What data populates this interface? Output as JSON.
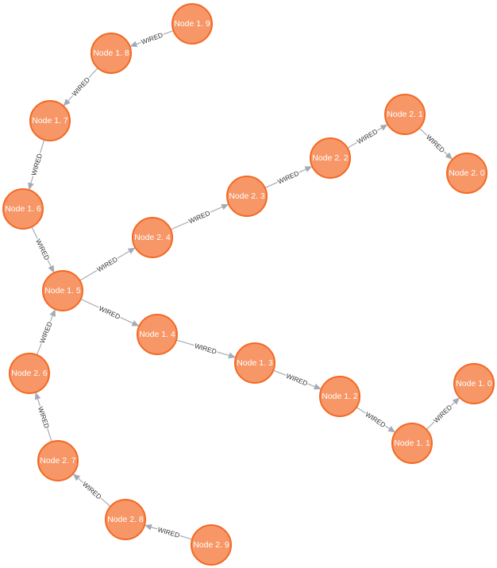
{
  "graph": {
    "colors": {
      "node_fill": "#f79767",
      "node_stroke": "#f36924",
      "node_text": "#ffffff",
      "edge": "#a5abb6",
      "edge_text": "#333333"
    },
    "nodes": [
      {
        "id": "n19",
        "label": "Node 1. 9"
      },
      {
        "id": "n18",
        "label": "Node 1. 8"
      },
      {
        "id": "n17",
        "label": "Node 1. 7"
      },
      {
        "id": "n16",
        "label": "Node 1. 6"
      },
      {
        "id": "n15",
        "label": "Node 1. 5"
      },
      {
        "id": "n14",
        "label": "Node 1. 4"
      },
      {
        "id": "n13",
        "label": "Node 1. 3"
      },
      {
        "id": "n12",
        "label": "Node 1. 2"
      },
      {
        "id": "n11",
        "label": "Node 1. 1"
      },
      {
        "id": "n10",
        "label": "Node 1. 0"
      },
      {
        "id": "n21",
        "label": "Node 2. 1"
      },
      {
        "id": "n20",
        "label": "Node 2. 0"
      },
      {
        "id": "n22",
        "label": "Node 2. 2"
      },
      {
        "id": "n23",
        "label": "Node 2. 3"
      },
      {
        "id": "n24",
        "label": "Node 2. 4"
      },
      {
        "id": "n26",
        "label": "Node 2. 6"
      },
      {
        "id": "n27",
        "label": "Node 2. 7"
      },
      {
        "id": "n28",
        "label": "Node 2. 8"
      },
      {
        "id": "n29",
        "label": "Node 2. 9"
      }
    ],
    "edges": [
      {
        "from": "n19",
        "to": "n18",
        "label": "WIRED"
      },
      {
        "from": "n18",
        "to": "n17",
        "label": "WIRED"
      },
      {
        "from": "n17",
        "to": "n16",
        "label": "WIRED"
      },
      {
        "from": "n16",
        "to": "n15",
        "label": "WIRED"
      },
      {
        "from": "n15",
        "to": "n24",
        "label": "WIRED"
      },
      {
        "from": "n24",
        "to": "n23",
        "label": "WIRED"
      },
      {
        "from": "n23",
        "to": "n22",
        "label": "WIRED"
      },
      {
        "from": "n22",
        "to": "n21",
        "label": "WIRED"
      },
      {
        "from": "n21",
        "to": "n20",
        "label": "WIRED"
      },
      {
        "from": "n15",
        "to": "n14",
        "label": "WIRED"
      },
      {
        "from": "n14",
        "to": "n13",
        "label": "WIRED"
      },
      {
        "from": "n13",
        "to": "n12",
        "label": "WIRED"
      },
      {
        "from": "n12",
        "to": "n11",
        "label": "WIRED"
      },
      {
        "from": "n11",
        "to": "n10",
        "label": "WIRED"
      },
      {
        "from": "n26",
        "to": "n15",
        "label": "WIRED"
      },
      {
        "from": "n27",
        "to": "n26",
        "label": "WIRED"
      },
      {
        "from": "n28",
        "to": "n27",
        "label": "WIRED"
      },
      {
        "from": "n29",
        "to": "n28",
        "label": "WIRED"
      }
    ]
  }
}
